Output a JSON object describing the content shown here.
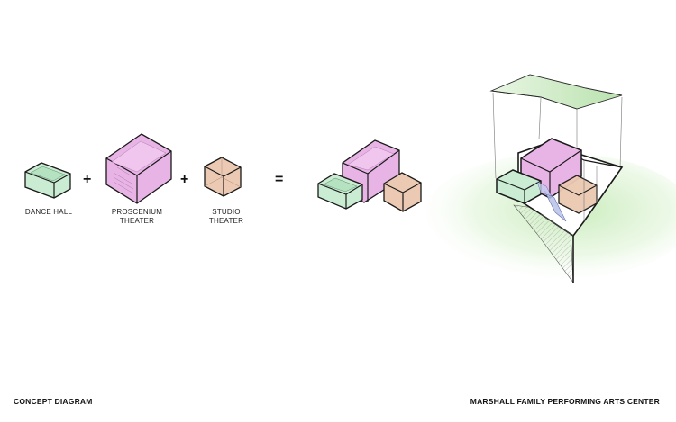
{
  "labels": {
    "dance_hall": "DANCE HALL",
    "proscenium_line1": "PROSCENIUM",
    "proscenium_line2": "THEATER",
    "studio_line1": "STUDIO",
    "studio_line2": "THEATER"
  },
  "operators": {
    "plus1": "+",
    "plus2": "+",
    "equals": "="
  },
  "captions": {
    "left": "CONCEPT DIAGRAM",
    "right": "MARSHALL FAMILY PERFORMING ARTS CENTER"
  },
  "colors": {
    "dance_hall_fill": "#c9ecd2",
    "proscenium_fill": "#e8b4e6",
    "studio_fill": "#ecc9b2",
    "roof_fill": "#cdebc4",
    "ground_glow": "#d9f2cf",
    "stroke": "#1a1a1a"
  }
}
